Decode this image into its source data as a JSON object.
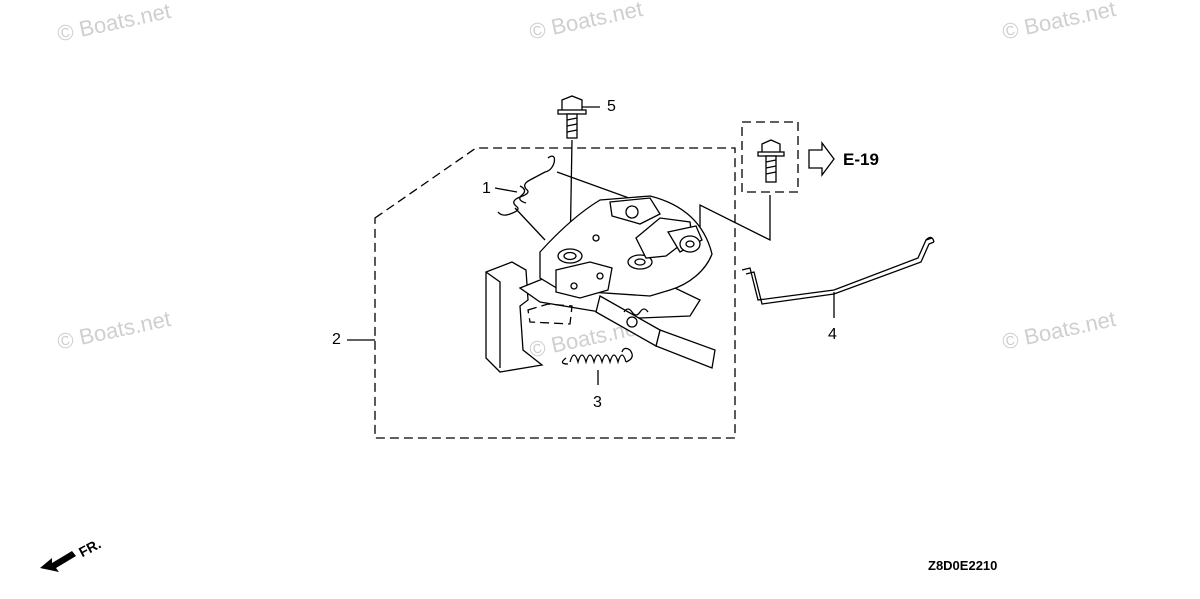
{
  "watermark": {
    "text": "© Boats.net"
  },
  "callouts": {
    "p1": "1",
    "p2": "2",
    "p3": "3",
    "p4": "4",
    "p5": "5"
  },
  "reference": {
    "label": "E-19"
  },
  "direction": {
    "label": "FR."
  },
  "diagram_code": "Z8D0E2210"
}
